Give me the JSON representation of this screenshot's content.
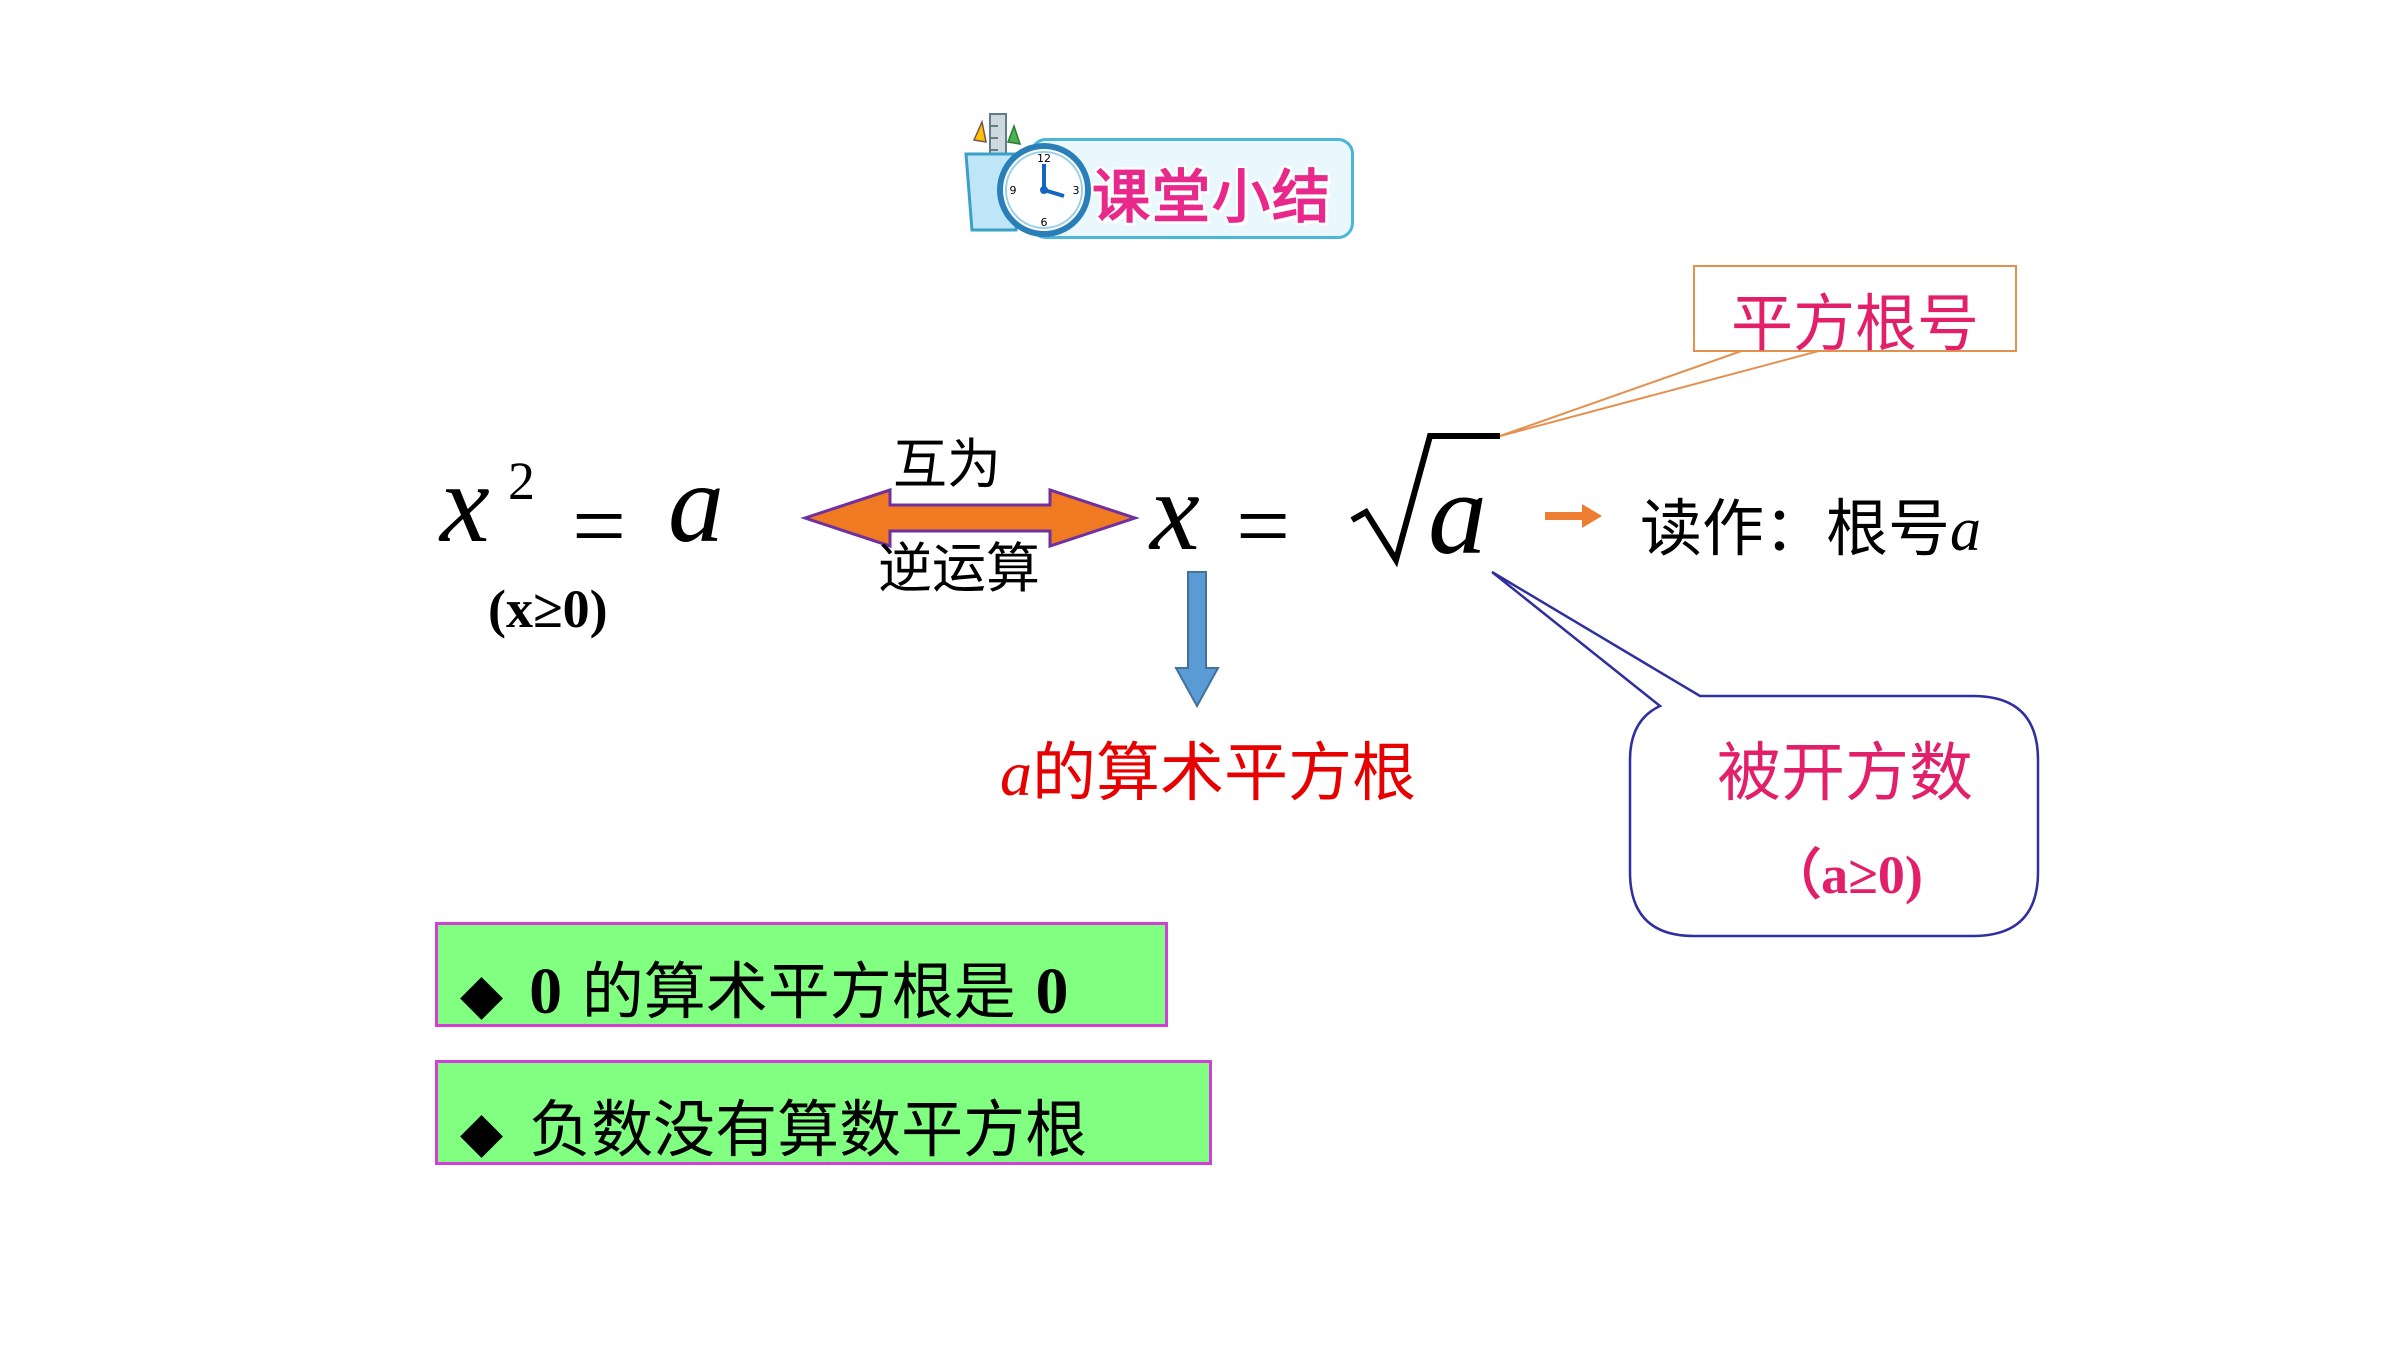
{
  "header": {
    "title": "课堂小结"
  },
  "equation1": {
    "base": "x",
    "exponent": "2",
    "equals": "=",
    "rhs": "a",
    "condition": "(x≥0)"
  },
  "relation": {
    "top_label": "互为",
    "bottom_label": "逆运算"
  },
  "equation2": {
    "lhs": "x",
    "equals": "=",
    "radicand": "a"
  },
  "read_as": {
    "prefix": "读作：根号",
    "var": "a"
  },
  "arithmetic_root": {
    "var": "a",
    "label": "的算术平方根"
  },
  "callout_radical": {
    "label": "平方根号"
  },
  "callout_radicand": {
    "label": "被开方数",
    "condition": "（a≥0)"
  },
  "facts": [
    {
      "marker": "◆",
      "text_before": "0",
      "text_middle": " 的算术平方根是 ",
      "text_after": "0"
    },
    {
      "marker": "◆",
      "text": "负数没有算数平方根"
    }
  ],
  "colors": {
    "double_arrow": "#f07a22",
    "down_arrow": "#5b9bd5",
    "orange_arrow": "#ed7d31",
    "callout_blue": "#2f2fa0",
    "callout_orange": "#e4904e",
    "pink_text": "#e2206a",
    "red_text": "#e60000",
    "green_fill": "#80ff80",
    "magenta_border": "#d13fd6"
  },
  "icons": [
    "clock-pencil-cup-icon"
  ]
}
